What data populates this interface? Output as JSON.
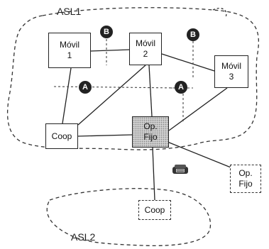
{
  "regions": [
    {
      "id": "asl1",
      "label": "ASL1"
    },
    {
      "id": "asl2",
      "label": "ASL2"
    }
  ],
  "nodes": [
    {
      "id": "movil1",
      "line1": "Móvil",
      "line2": "1"
    },
    {
      "id": "movil2",
      "line1": "Móvil",
      "line2": "2"
    },
    {
      "id": "movil3",
      "line1": "Móvil",
      "line2": "3"
    },
    {
      "id": "coop1",
      "line1": "Coop",
      "line2": ""
    },
    {
      "id": "opfijo1",
      "line1": "Op.",
      "line2": "Fijo"
    },
    {
      "id": "opfijo2",
      "line1": "Op.",
      "line2": "Fijo"
    },
    {
      "id": "coop2",
      "line1": "Coop",
      "line2": ""
    }
  ],
  "markers": {
    "a": "A",
    "b": "B"
  },
  "icons": {
    "phone": "telephone-icon"
  }
}
